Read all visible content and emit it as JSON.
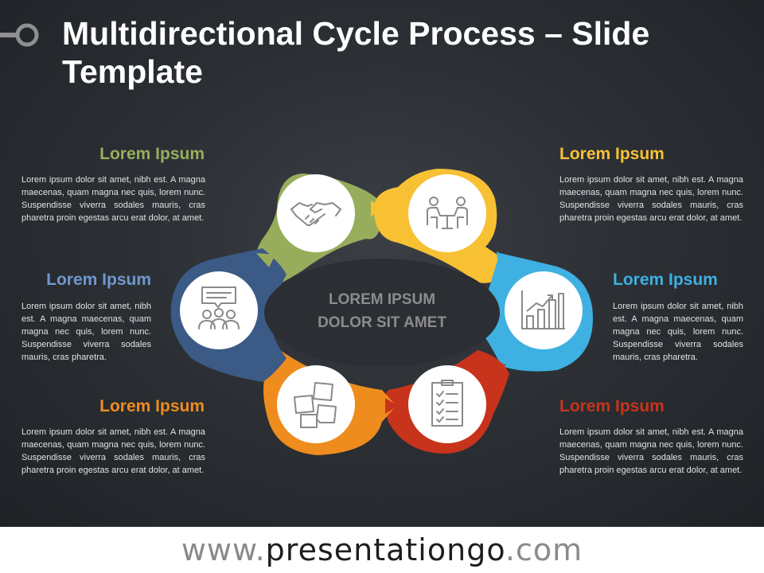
{
  "title": "Multidirectional Cycle Process – Slide Template",
  "center": {
    "line1": "LOREM IPSUM",
    "line2": "DOLOR SIT AMET"
  },
  "colors": {
    "green": "#98ad5c",
    "yellow": "#f8c134",
    "sky": "#3eb0e2",
    "red": "#c8331c",
    "orange": "#ef8c1e",
    "navy": "#3b5a86"
  },
  "steps": [
    {
      "heading": "Lorem Ipsum",
      "icon": "handshake-icon",
      "color": "#98ad5c",
      "text": "Lorem ipsum dolor sit amet, nibh est. A magna maecenas, quam magna nec quis, lorem nunc. Suspendisse viverra sodales mauris, cras pharetra proin egestas arcu erat dolor, at amet."
    },
    {
      "heading": "Lorem Ipsum",
      "icon": "meeting-icon",
      "color": "#f8c134",
      "text": "Lorem ipsum dolor sit amet, nibh est. A magna maecenas, quam magna nec quis, lorem nunc. Suspendisse viverra sodales mauris, cras pharetra proin egestas arcu erat dolor, at amet."
    },
    {
      "heading": "Lorem Ipsum",
      "icon": "bar-chart-icon",
      "color": "#3eb0e2",
      "text": "Lorem ipsum dolor sit amet, nibh est. A magna maecenas, quam magna nec quis, lorem nunc. Suspendisse viverra sodales mauris, cras pharetra."
    },
    {
      "heading": "Lorem Ipsum",
      "icon": "checklist-icon",
      "color": "#c8331c",
      "text": "Lorem ipsum dolor sit amet, nibh est. A magna maecenas, quam magna nec quis, lorem nunc. Suspendisse viverra sodales mauris, cras pharetra proin egestas arcu erat dolor, at amet."
    },
    {
      "heading": "Lorem Ipsum",
      "icon": "sticky-notes-icon",
      "color": "#ef8c1e",
      "text": "Lorem ipsum dolor sit amet, nibh est. A magna maecenas, quam magna nec quis, lorem nunc. Suspendisse viverra sodales mauris, cras pharetra proin egestas arcu erat dolor, at amet."
    },
    {
      "heading": "Lorem Ipsum",
      "icon": "team-discussion-icon",
      "color": "#3b5a86",
      "text": "Lorem ipsum dolor sit amet, nibh est. A magna maecenas, quam magna nec quis, lorem nunc. Suspendisse viverra sodales mauris, cras pharetra."
    }
  ],
  "footer": {
    "prefix": "www.",
    "brand": "presentationgo",
    "suffix": ".com"
  }
}
